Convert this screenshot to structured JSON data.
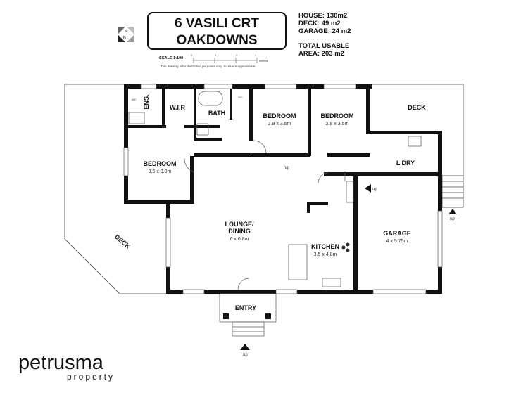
{
  "header": {
    "address_line1": "6 VASILI CRT",
    "address_line2": "OAKDOWNS",
    "scale": "SCALE 1:100",
    "scale_ticks": [
      "0",
      "1",
      "2",
      "3",
      "metres"
    ],
    "disclaimer": "This drawing is for illustration purposes only. Sizes are approximate."
  },
  "areas": {
    "house": "HOUSE: 130m2",
    "deck": "DECK: 49 m2",
    "garage": "GARAGE: 24 m2",
    "total_line1": "TOTAL USABLE",
    "total_line2": "AREA: 203 m2"
  },
  "compass": {
    "letters": [
      "S",
      "N"
    ]
  },
  "rooms": {
    "ens": "ENS.",
    "wir": "W.I.R",
    "bath": "BATH",
    "bedroom2": {
      "name": "BEDROOM",
      "dims": "2.9 x 3.5m"
    },
    "bedroom3": {
      "name": "BEDROOM",
      "dims": "2.9 x 3.5m"
    },
    "bedroom1": {
      "name": "BEDROOM",
      "dims": "3.5 x 3.8m"
    },
    "deck_right": "DECK",
    "deck_left": "DECK",
    "laundry": "L'DRY",
    "lounge": {
      "name1": "LOUNGE/",
      "name2": "DINING",
      "dims": "6 x 6.8m"
    },
    "kitchen": {
      "name": "KITCHEN",
      "dims": "3.5 x 4.8m"
    },
    "garage": {
      "name": "GARAGE",
      "dims": "4 x 5.75m"
    },
    "entry": "ENTRY"
  },
  "fixtures": {
    "wc": "WC",
    "hp": "h/p",
    "up": "up"
  },
  "brand": {
    "name": "petrusma",
    "sub": "property"
  }
}
